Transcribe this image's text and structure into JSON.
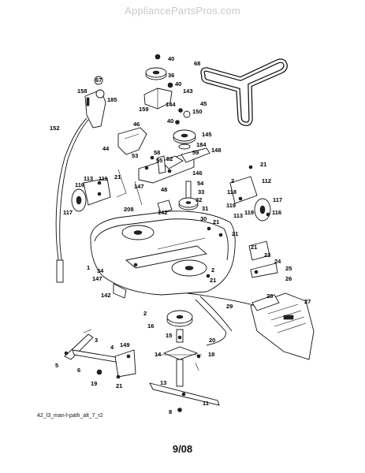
{
  "header": {
    "site": "AppliancePartsPros.com"
  },
  "footer": {
    "code": "42_l3_man-l-path_alt_7_r2",
    "date": "9/08"
  },
  "callouts": [
    {
      "id": "c40a",
      "label": "40"
    },
    {
      "id": "c36",
      "label": "36"
    },
    {
      "id": "c40b",
      "label": "40"
    },
    {
      "id": "c143",
      "label": "143"
    },
    {
      "id": "c68",
      "label": "68"
    },
    {
      "id": "c67",
      "label": "67"
    },
    {
      "id": "c158",
      "label": "158"
    },
    {
      "id": "c185",
      "label": "185"
    },
    {
      "id": "c144",
      "label": "144"
    },
    {
      "id": "c45",
      "label": "45"
    },
    {
      "id": "c150",
      "label": "150"
    },
    {
      "id": "c159",
      "label": "159"
    },
    {
      "id": "c40c",
      "label": "40"
    },
    {
      "id": "c152",
      "label": "152"
    },
    {
      "id": "c46",
      "label": "46"
    },
    {
      "id": "c145",
      "label": "145"
    },
    {
      "id": "c184",
      "label": "184"
    },
    {
      "id": "c59",
      "label": "59"
    },
    {
      "id": "c148",
      "label": "148"
    },
    {
      "id": "c44",
      "label": "44"
    },
    {
      "id": "c58",
      "label": "58"
    },
    {
      "id": "c55",
      "label": "55"
    },
    {
      "id": "c52",
      "label": "52"
    },
    {
      "id": "c53",
      "label": "53"
    },
    {
      "id": "c21a",
      "label": "21"
    },
    {
      "id": "c2a",
      "label": "2"
    },
    {
      "id": "c112",
      "label": "112"
    },
    {
      "id": "c146",
      "label": "146"
    },
    {
      "id": "c113a",
      "label": "113"
    },
    {
      "id": "c111",
      "label": "111"
    },
    {
      "id": "c21b",
      "label": "21"
    },
    {
      "id": "c116a",
      "label": "116"
    },
    {
      "id": "c147a",
      "label": "147"
    },
    {
      "id": "c48",
      "label": "48"
    },
    {
      "id": "c54",
      "label": "54"
    },
    {
      "id": "c33",
      "label": "33"
    },
    {
      "id": "c32",
      "label": "32"
    },
    {
      "id": "c118",
      "label": "118"
    },
    {
      "id": "c119a",
      "label": "119"
    },
    {
      "id": "c117a",
      "label": "117"
    },
    {
      "id": "c31",
      "label": "31"
    },
    {
      "id": "c117b",
      "label": "117"
    },
    {
      "id": "c119b",
      "label": "119"
    },
    {
      "id": "c113b",
      "label": "113"
    },
    {
      "id": "c116b",
      "label": "116"
    },
    {
      "id": "c208",
      "label": "208"
    },
    {
      "id": "c142a",
      "label": "142"
    },
    {
      "id": "c30",
      "label": "30"
    },
    {
      "id": "c21c",
      "label": "21"
    },
    {
      "id": "c21d",
      "label": "21"
    },
    {
      "id": "c21e",
      "label": "21"
    },
    {
      "id": "c23",
      "label": "23"
    },
    {
      "id": "c24",
      "label": "24"
    },
    {
      "id": "c25",
      "label": "25"
    },
    {
      "id": "c1",
      "label": "1"
    },
    {
      "id": "c34",
      "label": "34"
    },
    {
      "id": "c147b",
      "label": "147"
    },
    {
      "id": "c2b",
      "label": "2"
    },
    {
      "id": "c21f",
      "label": "21"
    },
    {
      "id": "c26",
      "label": "26"
    },
    {
      "id": "c142b",
      "label": "142"
    },
    {
      "id": "c28",
      "label": "28"
    },
    {
      "id": "c27",
      "label": "27"
    },
    {
      "id": "c29",
      "label": "29"
    },
    {
      "id": "c2c",
      "label": "2"
    },
    {
      "id": "c16",
      "label": "16"
    },
    {
      "id": "c3",
      "label": "3"
    },
    {
      "id": "c15",
      "label": "15"
    },
    {
      "id": "c4",
      "label": "4"
    },
    {
      "id": "c149",
      "label": "149"
    },
    {
      "id": "c20",
      "label": "20"
    },
    {
      "id": "c14",
      "label": "14"
    },
    {
      "id": "c18",
      "label": "18"
    },
    {
      "id": "c5",
      "label": "5"
    },
    {
      "id": "c6",
      "label": "6"
    },
    {
      "id": "c19",
      "label": "19"
    },
    {
      "id": "c21g",
      "label": "21"
    },
    {
      "id": "c13",
      "label": "13"
    },
    {
      "id": "c11",
      "label": "11"
    },
    {
      "id": "c8",
      "label": "8"
    }
  ]
}
